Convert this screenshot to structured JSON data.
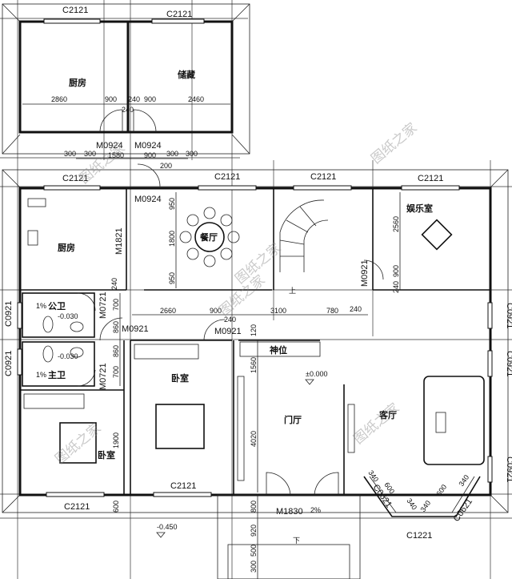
{
  "rooms": {
    "kitchen_annex": "厨房",
    "storage": "储藏",
    "kitchen": "厨房",
    "dining": "餐厅",
    "entertainment": "娱乐室",
    "public_bath": "公卫",
    "master_bath": "主卫",
    "bedroom_main": "卧室",
    "bedroom_left": "卧室",
    "foyer": "门厅",
    "living": "客厅",
    "shrine": "神位"
  },
  "windows": {
    "c2121": "C2121",
    "c0921": "C0921",
    "c0621": "C0621",
    "c1221": "C1221"
  },
  "doors": {
    "m0924": "M0924",
    "m1821": "M1821",
    "m0921": "M0921",
    "m0721": "M0721",
    "m1830": "M1830"
  },
  "dimensions": [
    "2860",
    "900",
    "240",
    "900",
    "2460",
    "240",
    "300",
    "300",
    "1580",
    "900",
    "300",
    "300",
    "200",
    "950",
    "1800",
    "950",
    "240",
    "2560",
    "900",
    "240",
    "2660",
    "900",
    "240",
    "3100",
    "780",
    "240",
    "120",
    "700",
    "860",
    "860",
    "700",
    "1560",
    "4020",
    "1900",
    "600",
    "800",
    "920",
    "500",
    "300",
    "340",
    "600",
    "340",
    "340",
    "600",
    "340"
  ],
  "elevations": {
    "bath_public": "-0.030",
    "bath_master": "-0.030",
    "foyer": "±0.000",
    "outdoor": "-0.450"
  },
  "slopes": {
    "bath_public": "1%",
    "bath_master": "1%",
    "porch": "2%"
  },
  "stairs": {
    "up": "上",
    "down": "下"
  },
  "watermark": "图纸之家"
}
